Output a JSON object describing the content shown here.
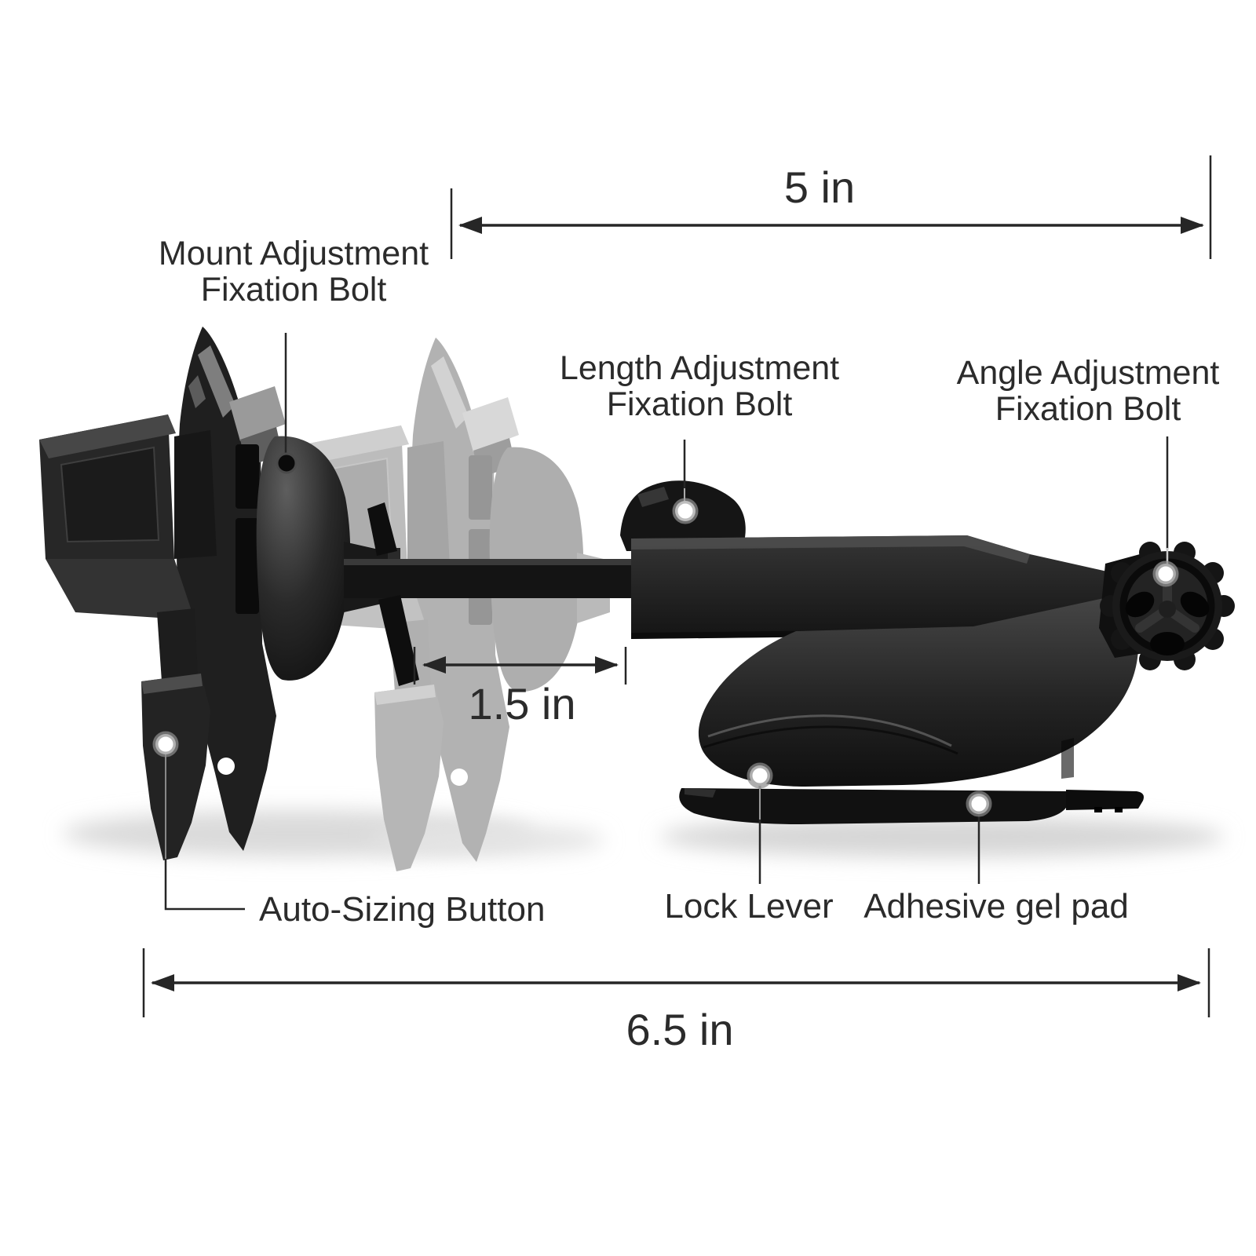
{
  "labels": {
    "mount_adjustment": {
      "lines": [
        "Mount Adjustment",
        "Fixation Bolt"
      ]
    },
    "length_adjustment": {
      "lines": [
        "Length Adjustment",
        "Fixation Bolt"
      ]
    },
    "angle_adjustment": {
      "lines": [
        "Angle Adjustment",
        "Fixation Bolt"
      ]
    },
    "auto_sizing": {
      "text": "Auto-Sizing Button"
    },
    "lock_lever": {
      "text": "Lock Lever"
    },
    "adhesive_gel_pad": {
      "text": "Adhesive gel pad"
    }
  },
  "dimensions": {
    "arm_reach": {
      "text": "5 in"
    },
    "slide_travel": {
      "text": "1.5 in"
    },
    "overall_length": {
      "text": "6.5 in"
    }
  },
  "colors": {
    "background": "#ffffff",
    "text": "#2b2b2b",
    "annotation_line": "#262626",
    "product_dark": "#1c1c1c",
    "ghost_gray": "#b5b5b5"
  }
}
